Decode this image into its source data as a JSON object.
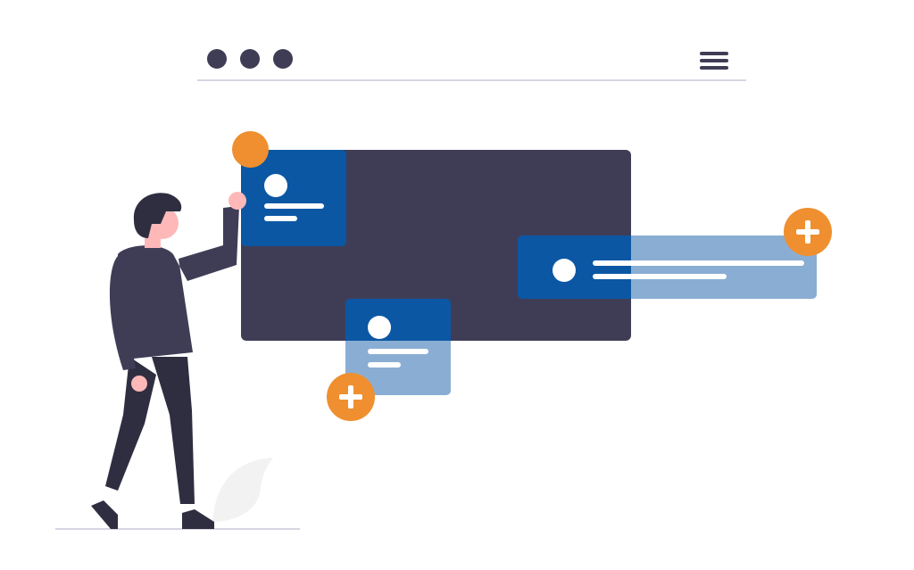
{
  "colors": {
    "dark": "#3f3d56",
    "primary_blue": "#0b57a4",
    "light_blue": "#8aaed3",
    "accent_orange": "#ef8f2f",
    "skin": "#ffb8b8",
    "hair": "#2f2e41",
    "line_gray": "#d6d6e3",
    "leaf_gray": "#f2f2f2"
  },
  "browser_bar": {
    "window_dots": [
      "dot",
      "dot",
      "dot"
    ],
    "menu_icon": "hamburger-menu-icon"
  },
  "board": {
    "cards": [
      {
        "id": "top-left",
        "style": "solid-blue",
        "text_lines": 2
      },
      {
        "id": "center-bottom",
        "style": "split-blue",
        "text_lines": 2,
        "has_add_button": true
      },
      {
        "id": "right",
        "style": "split-blue",
        "text_lines": 2,
        "has_add_button": true
      }
    ],
    "add_button_icon": "plus-icon"
  },
  "illustration": {
    "figure": "person-pointing",
    "plant": "leaf"
  }
}
